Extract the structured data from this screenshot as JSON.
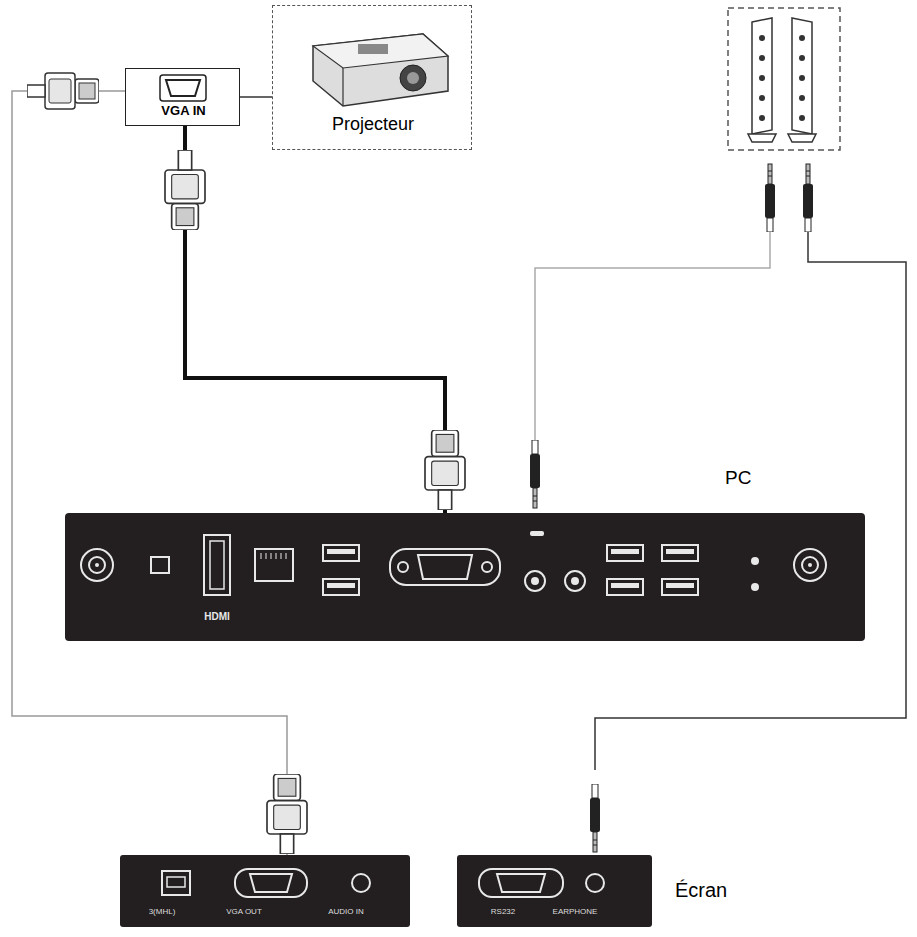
{
  "diagram": {
    "nodes": [
      {
        "text": [
          "VGA IN"
        ]
      },
      {
        "text": [
          "Projecteur"
        ]
      },
      {
        "text": [
          "PC"
        ]
      },
      {
        "text": [
          "3(MHL)",
          "VGA OUT",
          "AUDIO IN"
        ]
      },
      {
        "text": [
          "RS232",
          "EARPHONE",
          "Écran"
        ]
      }
    ],
    "edges": [
      {
        "from": 2,
        "to": 0,
        "arrow": "none"
      },
      {
        "from": 3,
        "to": 0,
        "arrow": "none"
      }
    ],
    "labels": [
      "HDMI"
    ]
  }
}
